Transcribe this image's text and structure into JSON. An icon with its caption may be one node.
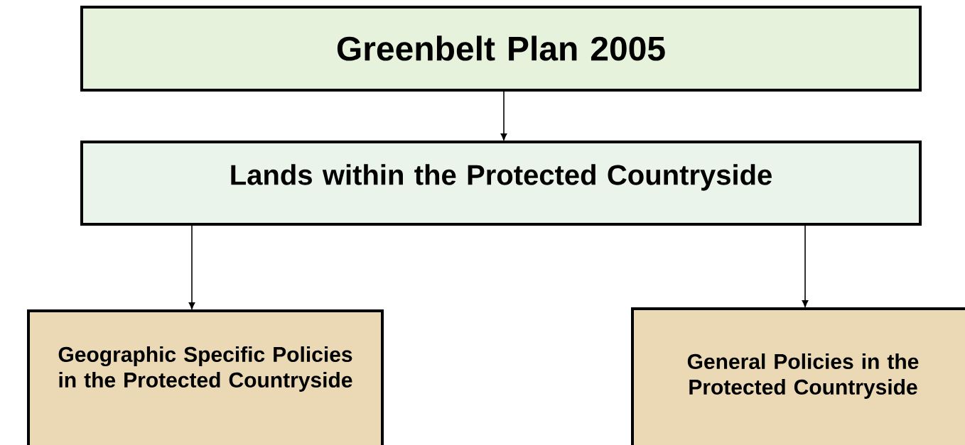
{
  "diagram": {
    "nodes": [
      {
        "text": [
          "Greenbelt Plan 2005"
        ]
      },
      {
        "text": [
          "Lands within the Protected Countryside"
        ]
      },
      {
        "text": [
          "Geographic Specific Policies in the Protected Countryside"
        ]
      },
      {
        "text": [
          "General Policies in the Protected Countryside"
        ]
      }
    ],
    "edges": [
      {
        "from": 0,
        "to": 1,
        "arrow": "to"
      },
      {
        "from": 1,
        "to": 2,
        "arrow": "to"
      },
      {
        "from": 1,
        "to": 3,
        "arrow": "to"
      }
    ]
  }
}
